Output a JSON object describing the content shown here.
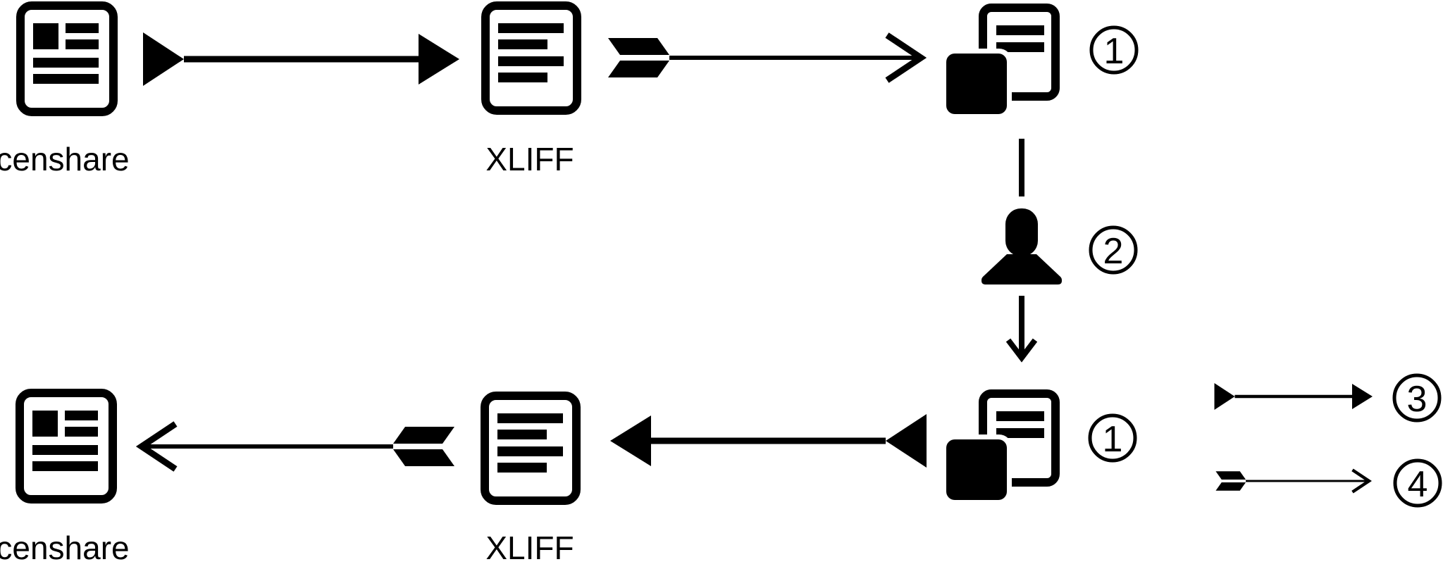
{
  "colors": {
    "ink": "#000000",
    "background": "#ffffff"
  },
  "workflow": {
    "export": {
      "source_label": "censhare",
      "file_label": "XLIFF",
      "result_badge": "1"
    },
    "translation": {
      "badge": "2"
    },
    "import": {
      "source_badge": "1",
      "file_label": "XLIFF",
      "target_label": "censhare"
    }
  },
  "legend": {
    "solid_arrow": {
      "badge": "3"
    },
    "feathered_arrow": {
      "badge": "4"
    }
  }
}
